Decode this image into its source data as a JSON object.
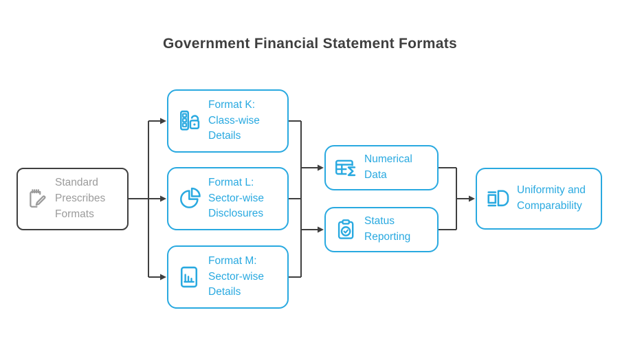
{
  "title": "Government Financial Statement Formats",
  "colors": {
    "accent_blue": "#29a9e0",
    "line_dark": "#3f3f3f",
    "muted_gray": "#9b9b9b",
    "background": "#ffffff"
  },
  "nodes": {
    "source": {
      "label": "Standard Prescribes Formats",
      "icon": "memo-pencil-icon"
    },
    "format_k": {
      "label": "Format K: Class-wise Details",
      "icon": "list-lock-icon"
    },
    "format_l": {
      "label": "Format L: Sector-wise Disclosures",
      "icon": "pie-chart-icon"
    },
    "format_m": {
      "label": "Format M: Sector-wise Details",
      "icon": "document-bar-chart-icon"
    },
    "numerical_data": {
      "label": "Numerical Data",
      "icon": "table-sigma-icon"
    },
    "status_reporting": {
      "label": "Status Reporting",
      "icon": "clipboard-check-icon"
    },
    "outcome": {
      "label": "Uniformity and Comparability",
      "icon": "compare-shapes-icon"
    }
  },
  "edges": [
    {
      "from": "source",
      "to": "format_k"
    },
    {
      "from": "source",
      "to": "format_l"
    },
    {
      "from": "source",
      "to": "format_m"
    },
    {
      "from": "format_k",
      "to": "numerical_data"
    },
    {
      "from": "format_l",
      "to": "numerical_data"
    },
    {
      "from": "format_m",
      "to": "numerical_data"
    },
    {
      "from": "format_k",
      "to": "status_reporting"
    },
    {
      "from": "format_l",
      "to": "status_reporting"
    },
    {
      "from": "format_m",
      "to": "status_reporting"
    },
    {
      "from": "numerical_data",
      "to": "outcome"
    },
    {
      "from": "status_reporting",
      "to": "outcome"
    }
  ]
}
